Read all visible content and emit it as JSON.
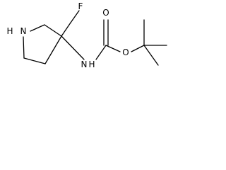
{
  "molecule": {
    "atoms": {
      "ring_nitrogen": "N",
      "ring_nh_hydrogen": "H",
      "fluorine": "F",
      "carbamate_nitrogen": "N",
      "carbamate_nh_hydrogen": "H",
      "carbonyl_oxygen": "O",
      "ester_oxygen": "O"
    },
    "colors": {
      "bonds": "#000000",
      "labels": "#000000",
      "background": "#ffffff"
    }
  }
}
